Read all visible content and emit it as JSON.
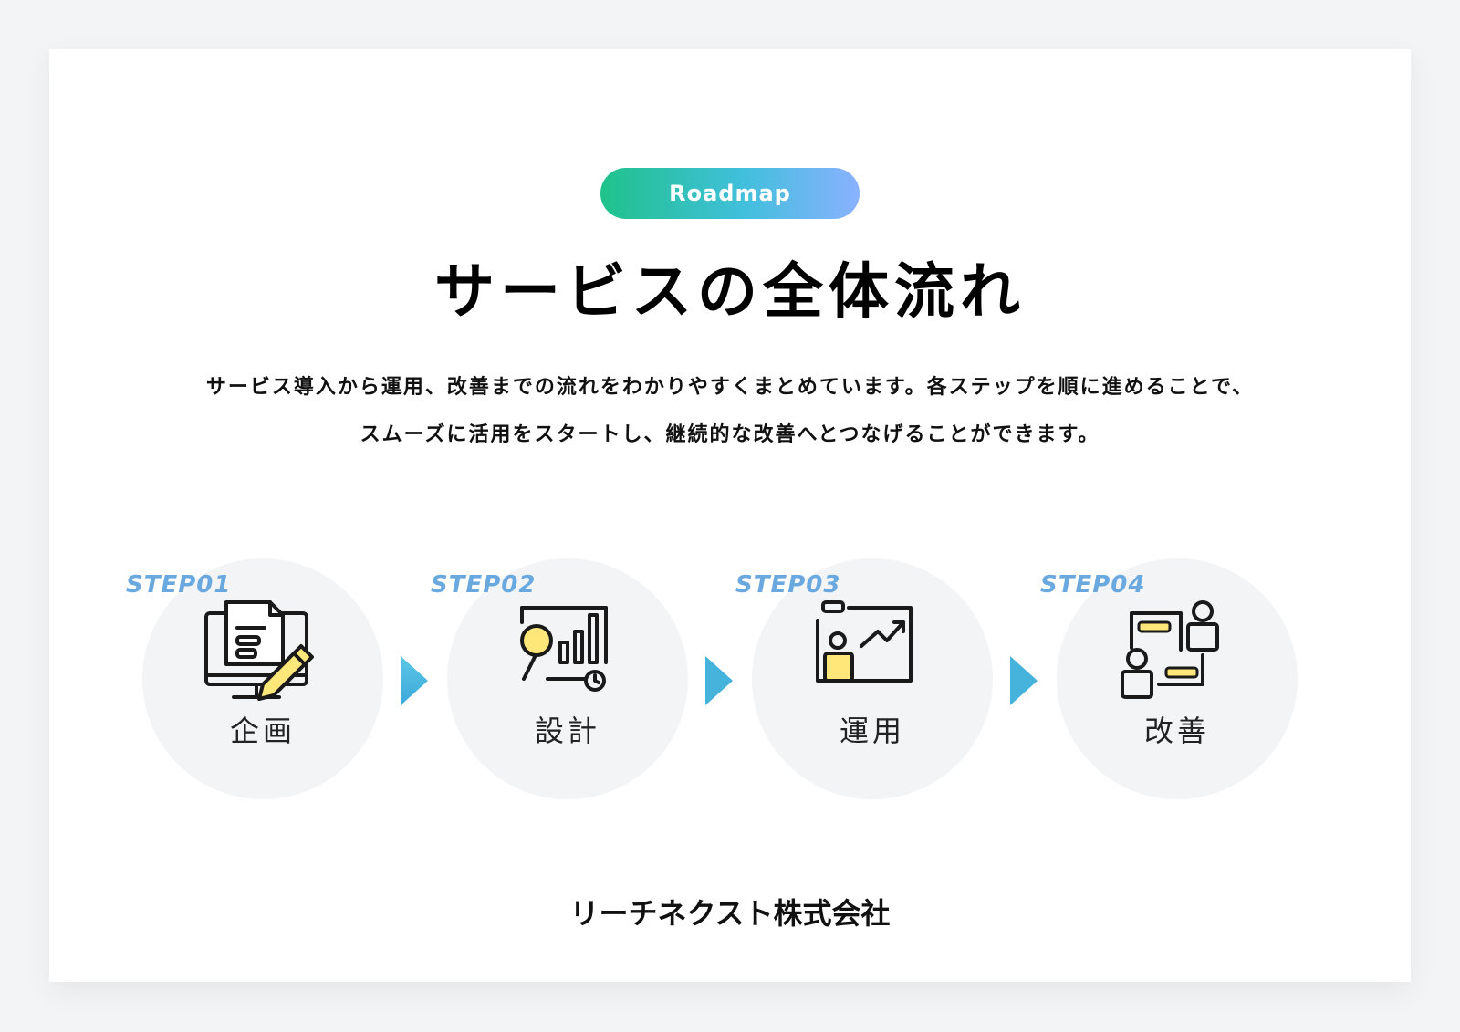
{
  "badge": "Roadmap",
  "title": "サービスの全体流れ",
  "description": {
    "line1": "サービス導入から運用、改善までの流れをわかりやすくまとめています。各ステップを順に進めることで、",
    "line2": "スムーズに活用をスタートし、継続的な改善へとつなげることができます。"
  },
  "steps": [
    {
      "label": "STEP01",
      "name": "企画",
      "icon": "document-edit-icon"
    },
    {
      "label": "STEP02",
      "name": "設計",
      "icon": "analysis-chart-icon"
    },
    {
      "label": "STEP03",
      "name": "運用",
      "icon": "presentation-growth-icon"
    },
    {
      "label": "STEP04",
      "name": "改善",
      "icon": "team-flow-icon"
    }
  ],
  "footer": "リーチネクスト株式会社",
  "colors": {
    "badge_start": "#1fc28a",
    "badge_end": "#8ab1ff",
    "step_label": "#6aa9df",
    "accent_yellow": "#ffe779",
    "circle_bg": "#f3f4f6"
  }
}
